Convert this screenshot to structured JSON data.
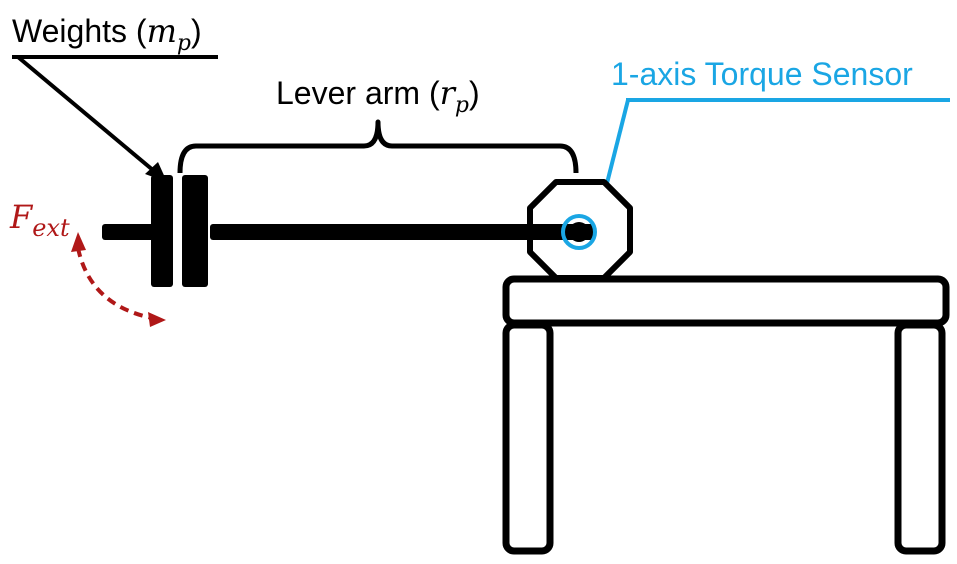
{
  "labels": {
    "weights": {
      "text": "Weights (",
      "var": "m",
      "sub": "p",
      "close": ")"
    },
    "lever": {
      "text": "Lever arm (",
      "var": "r",
      "sub": "p",
      "close": ")"
    },
    "sensor": {
      "text": "1-axis Torque Sensor"
    },
    "force": {
      "var": "F",
      "sub": "ext"
    }
  },
  "colors": {
    "ink": "#000000",
    "sensor": "#1aa6e4",
    "force": "#b01818"
  }
}
